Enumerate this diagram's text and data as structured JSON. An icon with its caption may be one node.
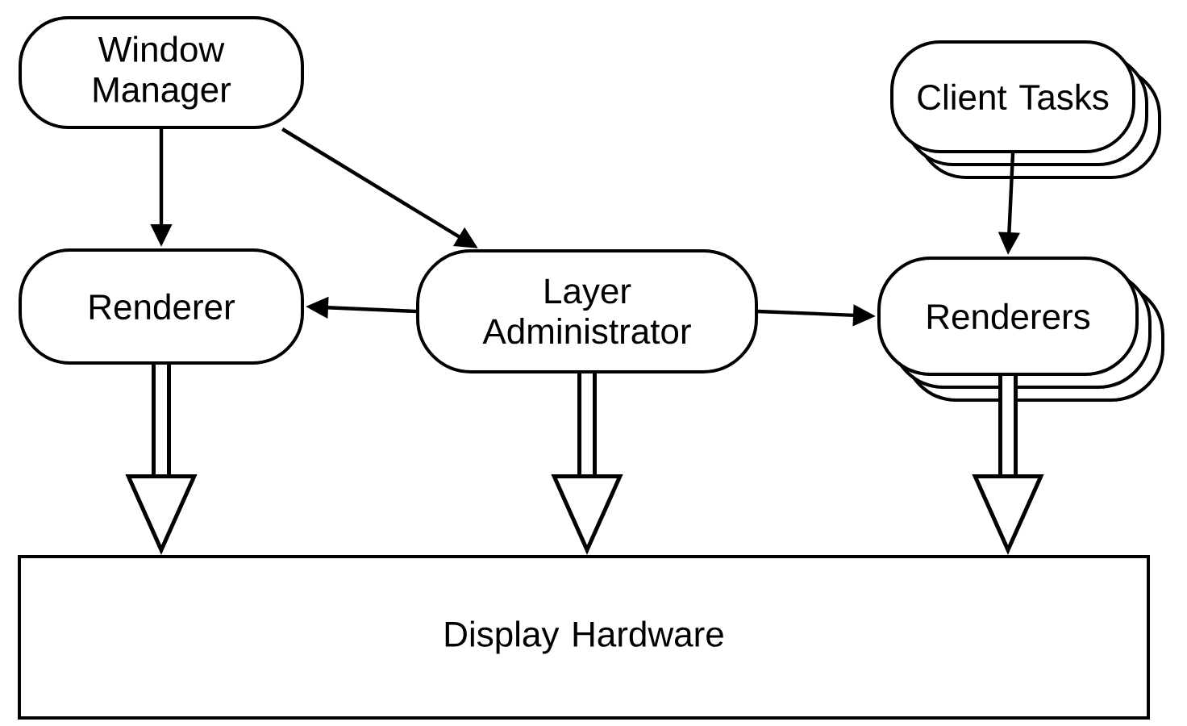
{
  "diagram": {
    "nodes": [
      {
        "text": [
          "Window Manager"
        ]
      },
      {
        "text": [
          "Client Tasks"
        ]
      },
      {
        "text": [
          "Renderer"
        ]
      },
      {
        "text": [
          "Layer Administrator"
        ]
      },
      {
        "text": [
          "Renderers"
        ]
      },
      {
        "text": [
          "Display Hardware"
        ]
      }
    ],
    "edges": [
      {
        "from": 0,
        "to": 2,
        "arrow": "to"
      },
      {
        "from": 0,
        "to": 3,
        "arrow": "to"
      },
      {
        "from": 3,
        "to": 2,
        "arrow": "to"
      },
      {
        "from": 3,
        "to": 4,
        "arrow": "to"
      },
      {
        "from": 1,
        "to": 4,
        "arrow": "to"
      },
      {
        "from": 2,
        "to": 5,
        "arrow": "to",
        "style": "thick"
      },
      {
        "from": 3,
        "to": 5,
        "arrow": "to",
        "style": "thick"
      },
      {
        "from": 4,
        "to": 5,
        "arrow": "to",
        "style": "thick"
      }
    ]
  }
}
